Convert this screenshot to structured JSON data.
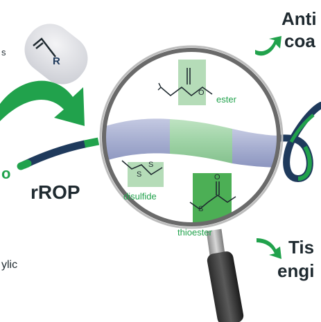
{
  "labels": {
    "left_top": "s",
    "left_mid": "o",
    "left_bottom": "ylic",
    "rrop": "rROP",
    "right_top_1": "Anti",
    "right_top_2": "coa",
    "right_bottom_1": "Tis",
    "right_bottom_2": "engi"
  },
  "monomer": {
    "substituent": "R"
  },
  "groups": {
    "ester": "ester",
    "ester_atom": "O",
    "disulfide": "disulfide",
    "disulfide_atom_1": "S",
    "disulfide_atom_2": "S",
    "thioester": "thioester",
    "thioester_o": "O",
    "thioester_s": "S"
  },
  "colors": {
    "green": "#21a24c",
    "green_light": "#b5dcb8",
    "green_mid": "#4caf55",
    "navy": "#1f3a5c",
    "tube": "#a6aed0"
  }
}
